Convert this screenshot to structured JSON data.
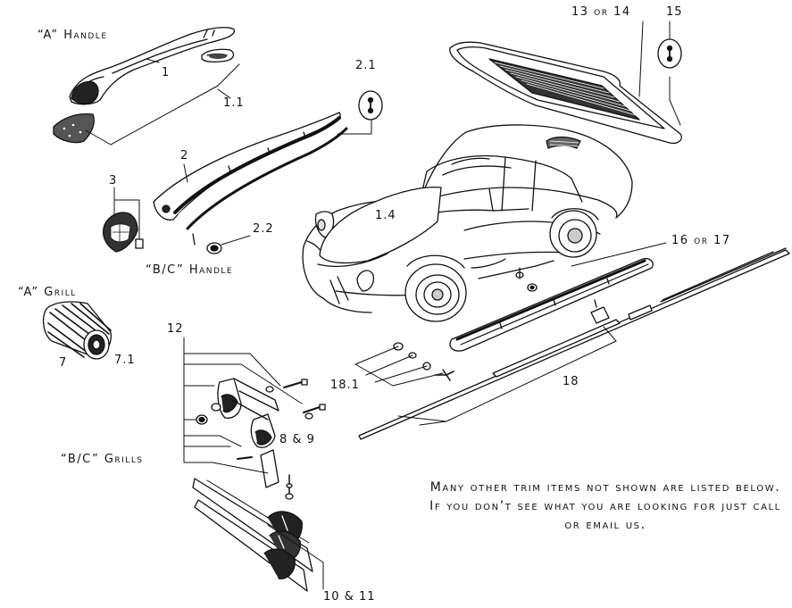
{
  "titles": {
    "a_handle": "“A” Handle",
    "bc_handle": "“B/C” Handle",
    "a_grill": "“A” Grill",
    "bc_grills": "“B/C” Grills"
  },
  "parts": {
    "p1": "1",
    "p1_1": "1.1",
    "p1_4": "1.4",
    "p2": "2",
    "p2_1": "2.1",
    "p2_2": "2.2",
    "p3": "3",
    "p7": "7",
    "p7_1": "7.1",
    "p8_9": "8 & 9",
    "p10_11": "10 & 11",
    "p12": "12",
    "p13_14": "13 or 14",
    "p15": "15",
    "p16_17": "16 or 17",
    "p18": "18",
    "p18_1": "18.1"
  },
  "note": "Many other trim items not shown are listed below. If you don’t see what you are looking for just call or email us."
}
